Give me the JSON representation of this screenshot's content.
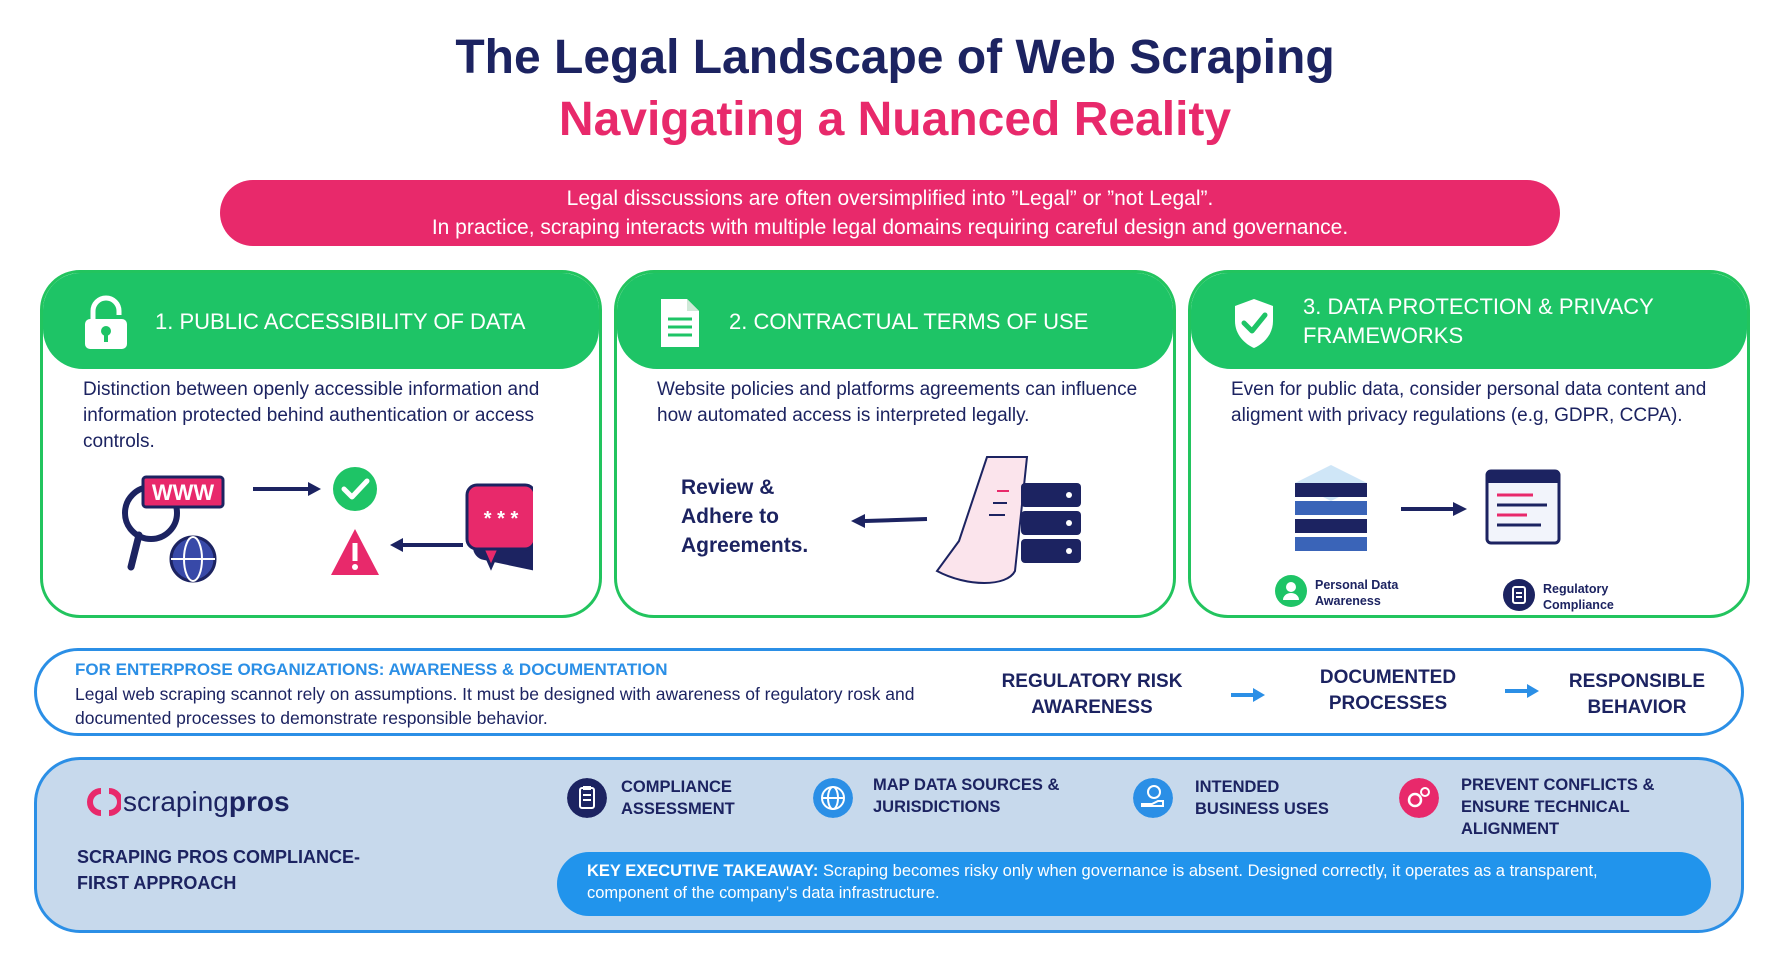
{
  "title": "The Legal Landscape of Web Scraping",
  "subtitle": "Navigating a Nuanced Reality",
  "banner": {
    "line1": "Legal disscussions are often oversimplified into ”Legal” or  ”not Legal”.",
    "line2": "In practice, scraping interacts with multiple legal domains requiring careful design and governance."
  },
  "cards": [
    {
      "heading": "1. PUBLIC ACCESSIBILITY OF DATA",
      "body": "Distinction between openly accessible information and information protected behind authentication or access controls.",
      "icon": "lock-icon",
      "www_label": "WWW",
      "password_label": "* * *"
    },
    {
      "heading": "2. CONTRACTUAL TERMS OF USE",
      "body": "Website policies and platforms agreements can influence how automated access is interpreted legally.",
      "icon": "document-icon",
      "callout": [
        "Review &",
        "Adhere to",
        "Agreements."
      ]
    },
    {
      "heading": "3. DATA PROTECTION & PRIVACY FRAMEWORKS",
      "body": "Even for public data, consider personal data content and aligment with privacy regulations (e.g, GDPR, CCPA).",
      "icon": "shield-check-icon",
      "label_left": [
        "Personal Data",
        "Awareness"
      ],
      "label_right": [
        "Regulatory",
        "Compliance"
      ]
    }
  ],
  "enterprise": {
    "heading": "FOR ENTERPROSE ORGANIZATIONS: AWARENESS & DOCUMENTATION",
    "text": "Legal web scraping scannot rely on assumptions. It must be designed with awareness of regulatory rosk and documented processes to demonstrate responsible behavior.",
    "flow": [
      [
        "REGULATORY RISK",
        "AWARENESS"
      ],
      [
        "DOCUMENTED",
        "PROCESSES"
      ],
      [
        "RESPONSIBLE",
        "BEHAVIOR"
      ]
    ]
  },
  "bottom": {
    "brand": "scrapingpros",
    "brand_light": "scraping",
    "brand_bold": "pros",
    "approach": [
      "SCRAPING PROS COMPLIANCE-",
      "FIRST APPROACH"
    ],
    "features": [
      {
        "icon": "clipboard-icon",
        "lines": [
          "COMPLIANCE",
          "ASSESSMENT"
        ]
      },
      {
        "icon": "globe-icon",
        "lines": [
          "MAP DATA SOURCES &",
          "JURISDICTIONS"
        ]
      },
      {
        "icon": "money-hand-icon",
        "lines": [
          "INTENDED",
          "BUSINESS USES"
        ]
      },
      {
        "icon": "gears-icon",
        "lines": [
          "PREVENT CONFLICTS &",
          "ENSURE TECHNICAL",
          "ALIGNMENT"
        ]
      }
    ],
    "takeaway_label": "KEY EXECUTIVE TAKEAWAY:",
    "takeaway_text": " Scraping becomes risky only when governance is absent. Designed correctly, it operates as a transparent, component of the company's data infrastructure."
  },
  "colors": {
    "navy": "#1c2361",
    "pink": "#e8296b",
    "green": "#1ec466",
    "blue": "#2b8fe6",
    "light_blue_bg": "#c7d9ec"
  }
}
